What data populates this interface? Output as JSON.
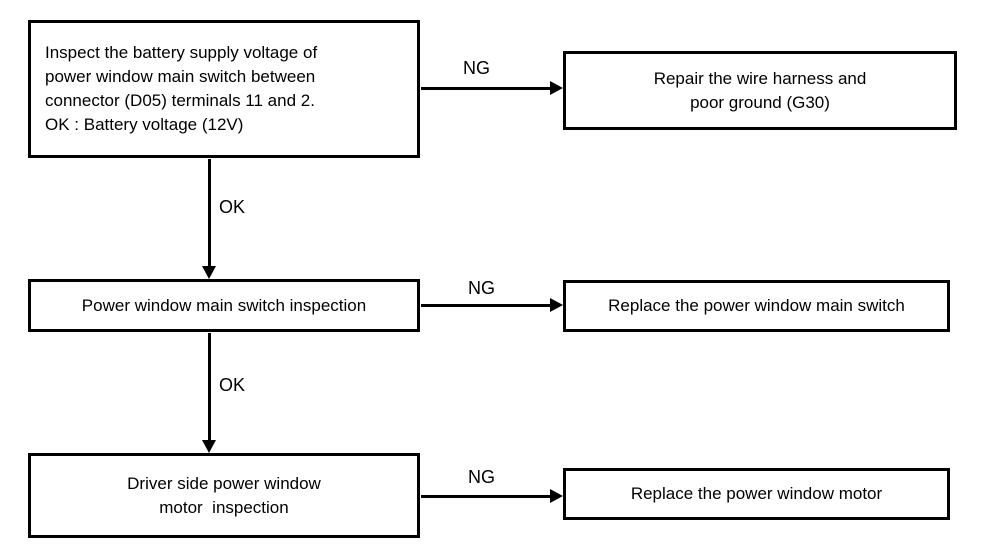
{
  "diagram": {
    "labels": {
      "ok": "OK",
      "ng": "NG"
    },
    "steps": [
      {
        "lines": [
          "Inspect the battery supply voltage of",
          "power window main switch between",
          "connector (D05) terminals 11 and 2.",
          "OK : Battery voltage (12V)"
        ]
      },
      {
        "lines": [
          "Power window main switch inspection"
        ]
      },
      {
        "lines": [
          "Driver side power window",
          "motor  inspection"
        ]
      }
    ],
    "actions": [
      {
        "lines": [
          "Repair the wire harness and",
          "poor ground (G30)"
        ]
      },
      {
        "lines": [
          "Replace the power window main switch"
        ]
      },
      {
        "lines": [
          "Replace the power window motor"
        ]
      }
    ]
  }
}
